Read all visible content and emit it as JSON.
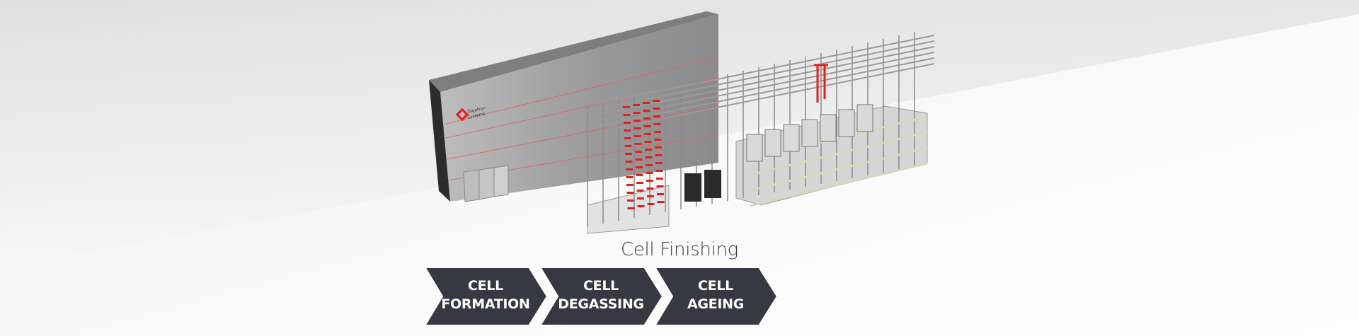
{
  "logo": {
    "text": "Digatron Systems"
  },
  "caption": "Cell Finishing",
  "steps": [
    {
      "line1": "CELL",
      "line2": "FORMATION"
    },
    {
      "line1": "CELL",
      "line2": "DEGASSING"
    },
    {
      "line1": "CELL",
      "line2": "AGEING"
    }
  ],
  "colors": {
    "chevron": "#383842",
    "accent_red": "#e01e1e",
    "text": "#3a3a42"
  }
}
